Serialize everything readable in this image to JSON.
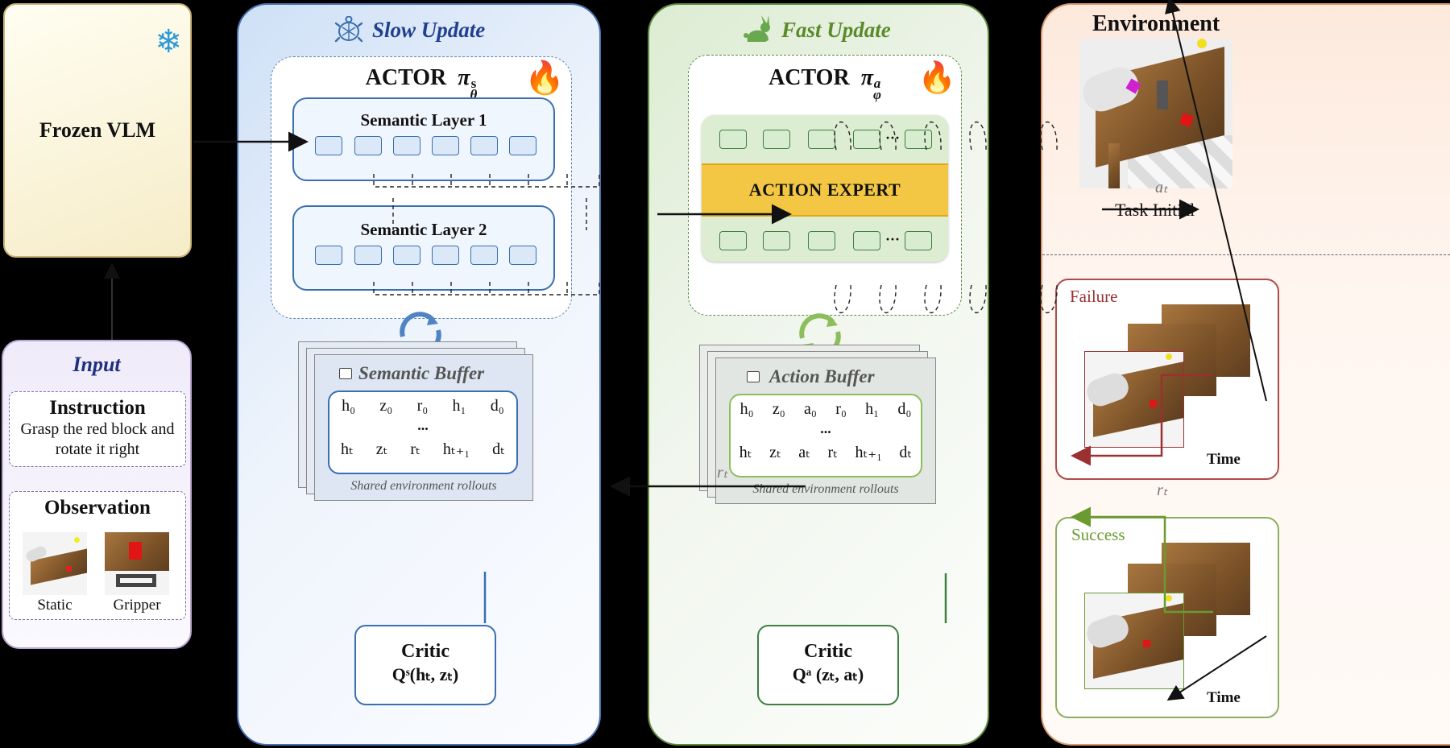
{
  "frozen_vlm": {
    "label": "Frozen VLM",
    "icon": "snowflake-icon"
  },
  "input": {
    "title": "Input",
    "instruction_title": "Instruction",
    "instruction_text": "Grasp the red block and rotate it right",
    "observation_title": "Observation",
    "static_label": "Static",
    "gripper_label": "Gripper"
  },
  "slow_update": {
    "title": "Slow Update",
    "icon": "turtle-icon",
    "actor_label": "ACTOR",
    "actor_symbol": "π",
    "actor_sub": "θ",
    "actor_sup": "s",
    "layer1": "Semantic Layer 1",
    "layer2": "Semantic Layer 2",
    "buffer_title": "Semantic Buffer",
    "buffer_row1": [
      "h₀",
      "z₀",
      "r₀",
      "h₁",
      "d₀"
    ],
    "buffer_ellipsis": "...",
    "buffer_row2": [
      "hₜ",
      "zₜ",
      "rₜ",
      "hₜ₊₁",
      "dₜ"
    ],
    "buffer_caption": "Shared environment rollouts",
    "critic_title": "Critic",
    "critic_formula": "Qˢ(hₜ, zₜ)"
  },
  "fast_update": {
    "title": "Fast Update",
    "icon": "rabbit-icon",
    "actor_label": "ACTOR",
    "actor_symbol": "π",
    "actor_sub": "φ",
    "actor_sup": "a",
    "action_expert": "ACTION EXPERT",
    "token_ellipsis": "···",
    "buffer_title": "Action Buffer",
    "buffer_row1": [
      "h₀",
      "z₀",
      "a₀",
      "r₀",
      "h₁",
      "d₀"
    ],
    "buffer_ellipsis": "...",
    "buffer_row2": [
      "hₜ",
      "zₜ",
      "aₜ",
      "rₜ",
      "hₜ₊₁",
      "dₜ"
    ],
    "buffer_caption": "Shared environment rollouts",
    "critic_title": "Critic",
    "critic_formula": "Qᵃ (zₜ, aₜ)"
  },
  "environment": {
    "title": "Environment",
    "task_initial": "Task Initial",
    "failure_label": "Failure",
    "success_label": "Success",
    "time_label": "Time"
  },
  "arrows": {
    "a_t": "aₜ",
    "r_t_slow": "rₜ",
    "r_t_env": "rₜ"
  },
  "colors": {
    "slow_accent": "#1f3f8f",
    "fast_accent": "#5a8a2a",
    "action_expert_bg": "#f3c744",
    "failure": "#9a3030",
    "success": "#6a9a30"
  }
}
